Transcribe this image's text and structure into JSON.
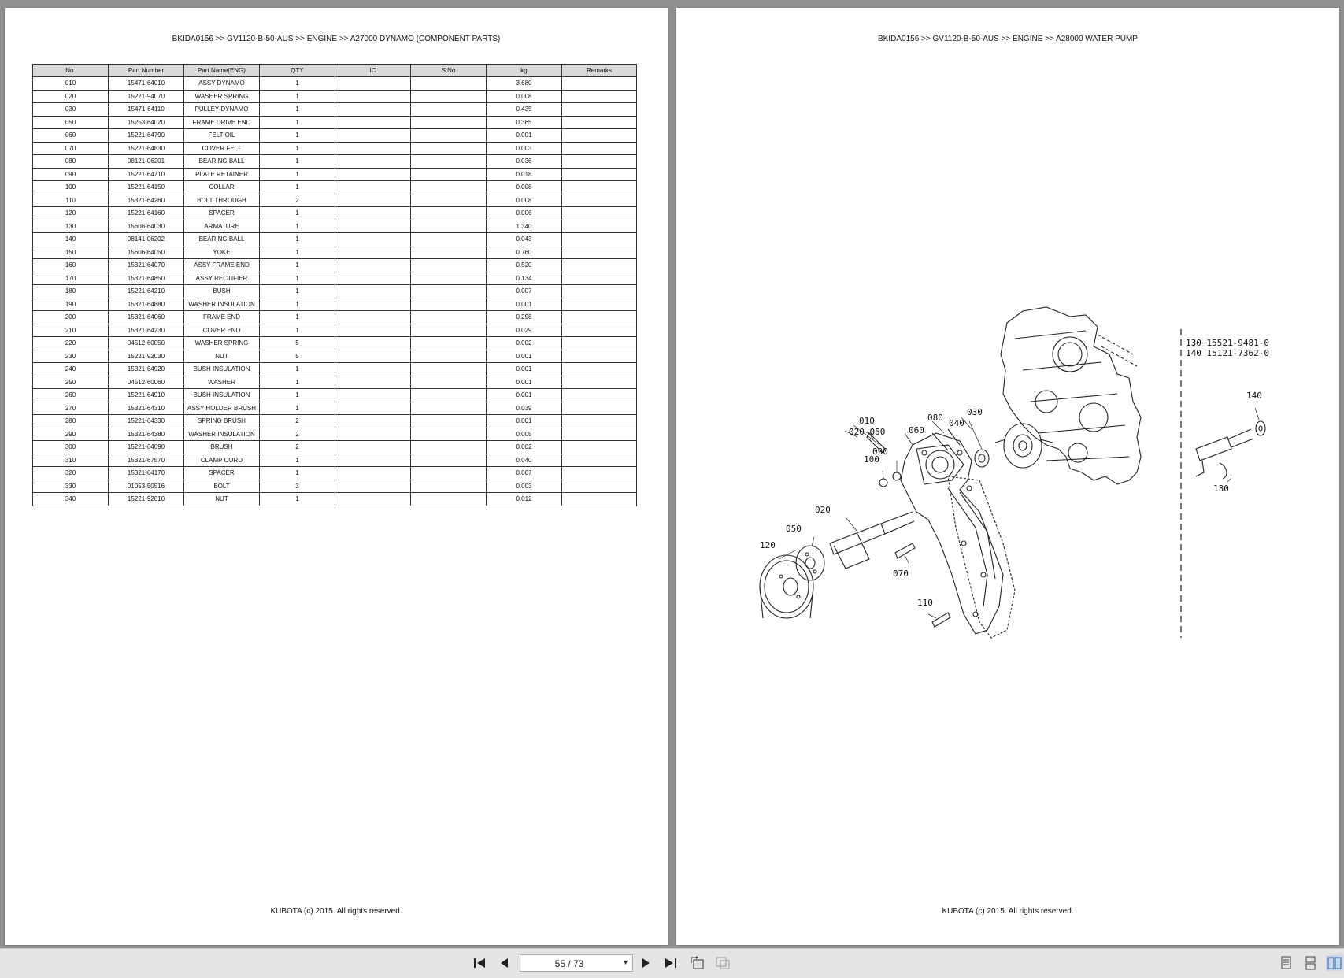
{
  "left_page": {
    "header": "BKIDA0156 >> GV1120-B-50-AUS >> ENGINE >> A27000   DYNAMO (COMPONENT PARTS)",
    "footer": "KUBOTA (c) 2015. All rights reserved.",
    "table": {
      "columns": [
        "No.",
        "Part Number",
        "Part Name(ENG)",
        "QTY",
        "IC",
        "S.No",
        "kg",
        "Remarks"
      ],
      "rows": [
        [
          "010",
          "15471-64010",
          "ASSY DYNAMO",
          "1",
          "",
          "",
          "3.680",
          ""
        ],
        [
          "020",
          "15221-94070",
          "WASHER SPRING",
          "1",
          "",
          "",
          "0.008",
          ""
        ],
        [
          "030",
          "15471-64110",
          "PULLEY DYNAMO",
          "1",
          "",
          "",
          "0.435",
          ""
        ],
        [
          "050",
          "15253-64020",
          "FRAME DRIVE END",
          "1",
          "",
          "",
          "0.365",
          ""
        ],
        [
          "060",
          "15221-64790",
          "FELT OIL",
          "1",
          "",
          "",
          "0.001",
          ""
        ],
        [
          "070",
          "15221-64830",
          "COVER FELT",
          "1",
          "",
          "",
          "0.003",
          ""
        ],
        [
          "080",
          "08121-06201",
          "BEARING BALL",
          "1",
          "",
          "",
          "0.036",
          ""
        ],
        [
          "090",
          "15221-64710",
          "PLATE RETAINER",
          "1",
          "",
          "",
          "0.018",
          ""
        ],
        [
          "100",
          "15221-64150",
          "COLLAR",
          "1",
          "",
          "",
          "0.008",
          ""
        ],
        [
          "110",
          "15321-64260",
          "BOLT THROUGH",
          "2",
          "",
          "",
          "0.008",
          ""
        ],
        [
          "120",
          "15221-64160",
          "SPACER",
          "1",
          "",
          "",
          "0.006",
          ""
        ],
        [
          "130",
          "15606-64030",
          "ARMATURE",
          "1",
          "",
          "",
          "1.340",
          ""
        ],
        [
          "140",
          "08141-06202",
          "BEARING BALL",
          "1",
          "",
          "",
          "0.043",
          ""
        ],
        [
          "150",
          "15606-64050",
          "YOKE",
          "1",
          "",
          "",
          "0.760",
          ""
        ],
        [
          "160",
          "15321-64070",
          "ASSY FRAME END",
          "1",
          "",
          "",
          "0.520",
          ""
        ],
        [
          "170",
          "15321-64850",
          "ASSY RECTIFIER",
          "1",
          "",
          "",
          "0.134",
          ""
        ],
        [
          "180",
          "15221-64210",
          "BUSH",
          "1",
          "",
          "",
          "0.007",
          ""
        ],
        [
          "190",
          "15321-64880",
          "WASHER INSULATION",
          "1",
          "",
          "",
          "0.001",
          ""
        ],
        [
          "200",
          "15321-64060",
          "FRAME END",
          "1",
          "",
          "",
          "0.298",
          ""
        ],
        [
          "210",
          "15321-64230",
          "COVER END",
          "1",
          "",
          "",
          "0.029",
          ""
        ],
        [
          "220",
          "04512-60050",
          "WASHER SPRING",
          "5",
          "",
          "",
          "0.002",
          ""
        ],
        [
          "230",
          "15221-92030",
          "NUT",
          "5",
          "",
          "",
          "0.001",
          ""
        ],
        [
          "240",
          "15321-64920",
          "BUSH INSULATION",
          "1",
          "",
          "",
          "0.001",
          ""
        ],
        [
          "250",
          "04512-60060",
          "WASHER",
          "1",
          "",
          "",
          "0.001",
          ""
        ],
        [
          "260",
          "15221-64910",
          "BUSH INSULATION",
          "1",
          "",
          "",
          "0.001",
          ""
        ],
        [
          "270",
          "15321-64310",
          "ASSY HOLDER BRUSH",
          "1",
          "",
          "",
          "0.039",
          ""
        ],
        [
          "280",
          "15221-64330",
          "SPRING BRUSH",
          "2",
          "",
          "",
          "0.001",
          ""
        ],
        [
          "290",
          "15321-64380",
          "WASHER INSULATION",
          "2",
          "",
          "",
          "0.005",
          ""
        ],
        [
          "300",
          "15221-64090",
          "BRUSH",
          "2",
          "",
          "",
          "0.002",
          ""
        ],
        [
          "310",
          "15321-67570",
          "CLAMP CORD",
          "1",
          "",
          "",
          "0.040",
          ""
        ],
        [
          "320",
          "15321-64170",
          "SPACER",
          "1",
          "",
          "",
          "0.007",
          ""
        ],
        [
          "330",
          "01053-50516",
          "BOLT",
          "3",
          "",
          "",
          "0.003",
          ""
        ],
        [
          "340",
          "15221-92010",
          "NUT",
          "1",
          "",
          "",
          "0.012",
          ""
        ]
      ]
    }
  },
  "right_page": {
    "header": "BKIDA0156 >> GV1120-B-50-AUS >> ENGINE >> A28000   WATER PUMP",
    "footer": "KUBOTA (c) 2015. All rights reserved.",
    "diagram": {
      "ref_130": "130   15521-9481-0",
      "ref_140": "140   15121-7362-0",
      "labels": {
        "l010": "010",
        "l020_050": "020-050",
        "l060": "060",
        "l080": "080",
        "l030": "030",
        "l040": "040",
        "l090": "090",
        "l100": "100",
        "l020": "020",
        "l050": "050",
        "l120": "120",
        "l070": "070",
        "l110": "110",
        "l140": "140",
        "l130": "130"
      }
    }
  },
  "toolbar": {
    "page_indicator": "55 / 73",
    "icons": [
      "first-page-icon",
      "prev-page-icon",
      "next-page-icon",
      "last-page-icon",
      "rotate-icon",
      "present-icon",
      "single-page-view-icon",
      "continuous-view-icon",
      "two-page-view-icon"
    ]
  }
}
